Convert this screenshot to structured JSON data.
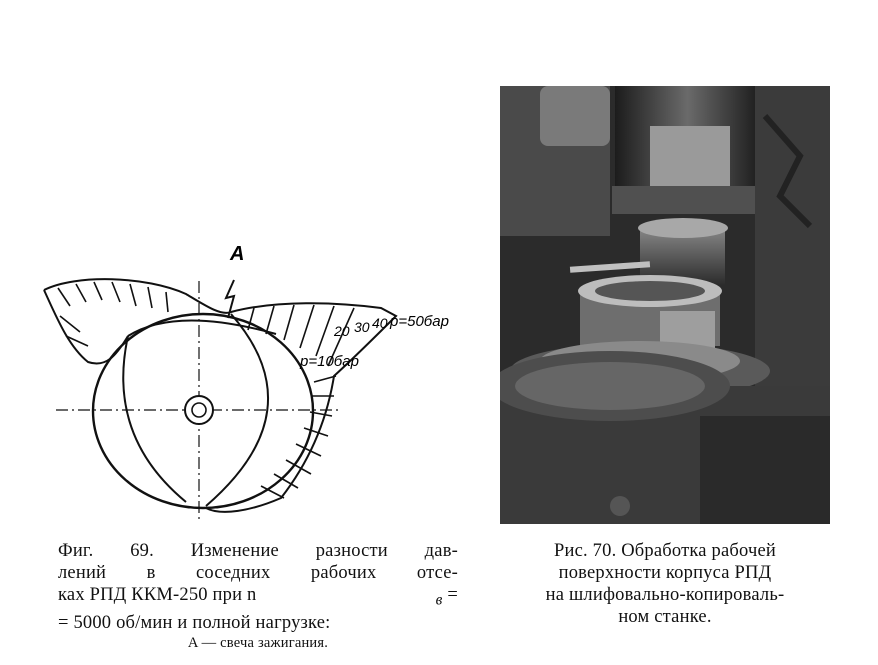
{
  "figure69": {
    "label_a": "A",
    "label_p50": "p=50бар",
    "label_p10": "p=10бар",
    "label_20": "20",
    "label_30": "30",
    "label_40": "40",
    "caption_lines": [
      "Фиг. 69. Изменение разности дав-",
      "лений в соседних рабочих отсе-",
      "ках РПД ККМ-250 при n",
      "= 5000 об/мин и полной нагрузке:"
    ],
    "caption_subscript": "в",
    "caption_eq": "=",
    "caption_note": "A — свеча зажигания."
  },
  "figure70": {
    "caption_lines": [
      "Рис. 70. Обработка рабочей",
      "поверхности корпуса РПД",
      "на шлифовально-копироваль-",
      "ном станке."
    ]
  }
}
